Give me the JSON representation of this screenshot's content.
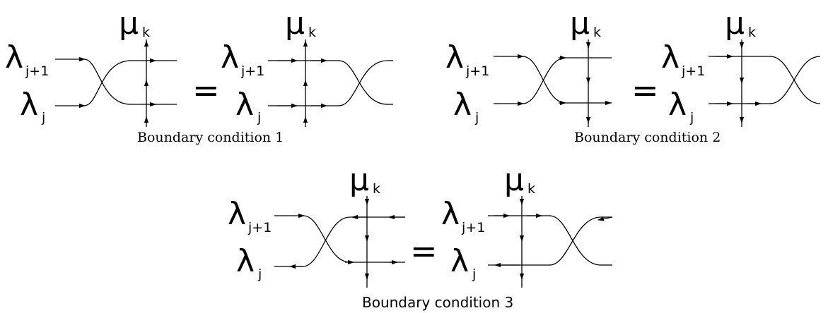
{
  "symbols": {
    "lambda": "λ",
    "mu": "μ",
    "sub_j1": "j+1",
    "sub_j": "j",
    "sub_k": "k",
    "equals": "="
  },
  "captions": [
    "Boundary condition 1",
    "Boundary condition 2",
    "Boundary condition 3"
  ]
}
